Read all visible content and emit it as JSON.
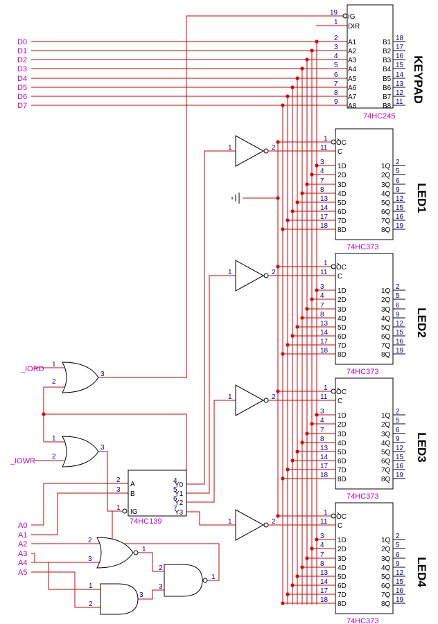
{
  "keypad": {
    "ref": "KEYPAD",
    "part": "74HC245",
    "pin_ig": "19",
    "pin_dir": "1",
    "label_ig": "IG",
    "label_dir": "DIR",
    "a_labels": [
      "A1",
      "A2",
      "A3",
      "A4",
      "A5",
      "A6",
      "A7",
      "A8"
    ],
    "a_pins": [
      "2",
      "3",
      "4",
      "5",
      "6",
      "7",
      "8",
      "9"
    ],
    "b_labels": [
      "B1",
      "B2",
      "B3",
      "B4",
      "B5",
      "B6",
      "B7",
      "B8"
    ],
    "b_pins": [
      "18",
      "17",
      "16",
      "15",
      "14",
      "13",
      "12",
      "11"
    ]
  },
  "data_bus": [
    "D0",
    "D1",
    "D2",
    "D3",
    "D4",
    "D5",
    "D6",
    "D7"
  ],
  "latch": {
    "part": "74HC373",
    "pin_oc": "1",
    "pin_c": "11",
    "label_oc": "OC",
    "label_c": "C",
    "d_labels": [
      "1D",
      "2D",
      "3D",
      "4D",
      "5D",
      "6D",
      "7D",
      "8D"
    ],
    "d_pins": [
      "3",
      "4",
      "7",
      "8",
      "13",
      "14",
      "17",
      "18"
    ],
    "q_labels": [
      "1Q",
      "2Q",
      "3Q",
      "4Q",
      "5Q",
      "6Q",
      "7Q",
      "8Q"
    ],
    "q_pins": [
      "2",
      "5",
      "6",
      "9",
      "12",
      "15",
      "16",
      "19"
    ]
  },
  "led_refs": [
    "LED1",
    "LED2",
    "LED3",
    "LED4"
  ],
  "inverter": {
    "pin_in": "1",
    "pin_out": "2"
  },
  "decoder": {
    "part": "74HC139",
    "inputs": [
      {
        "label": "A",
        "pin": "2"
      },
      {
        "label": "B",
        "pin": "3"
      },
      {
        "label": "IG",
        "pin": "1"
      }
    ],
    "outputs": [
      {
        "label": "Y0",
        "pin": "4"
      },
      {
        "label": "Y1",
        "pin": "5"
      },
      {
        "label": "Y2",
        "pin": "6"
      },
      {
        "label": "Y3",
        "pin": "7"
      }
    ]
  },
  "or_gates": {
    "pin_a": "1",
    "pin_b": "2",
    "pin_y": "3"
  },
  "signals": {
    "iord": "_IORD",
    "iowr": "_IOWR",
    "address": [
      "A0",
      "A1",
      "A2",
      "A3",
      "A4",
      "A5"
    ]
  },
  "nor_gate": {
    "pin_a": "2",
    "pin_b": "3",
    "pin_y": "1"
  },
  "and_low": {
    "pin_a": "1",
    "pin_b": "2",
    "pin_y": "3"
  },
  "nand_gate": {
    "pin_a": "2",
    "pin_b": "3",
    "pin_y": "1"
  }
}
